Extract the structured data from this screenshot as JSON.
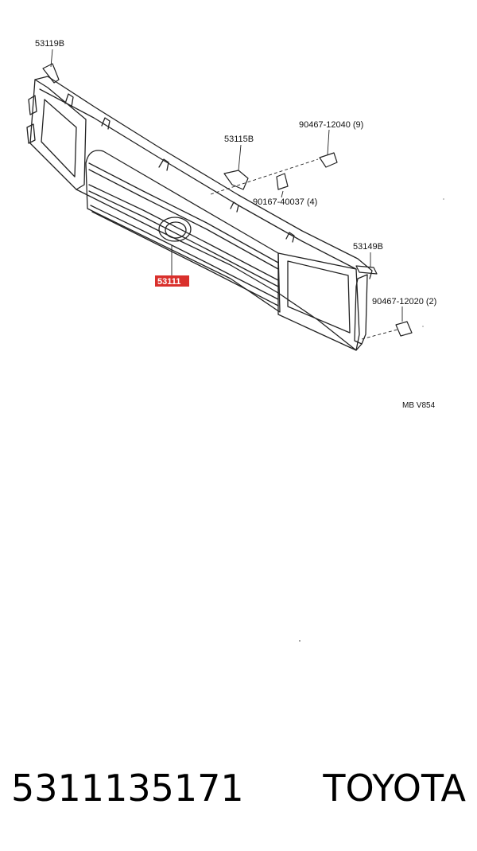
{
  "diagram": {
    "callouts": {
      "p53119b": "53119B",
      "p53115b": "53115B",
      "p90467_12040": "90467-12040 (9)",
      "p90167_40037": "90167-40037 (4)",
      "p53149b": "53149B",
      "p90467_12020": "90467-12020 (2)",
      "p53111": "53111"
    },
    "highlight_color": "#d9302c",
    "drawing_code": "MB V854"
  },
  "footer": {
    "part_number": "5311135171",
    "brand": "TOYOTA"
  }
}
